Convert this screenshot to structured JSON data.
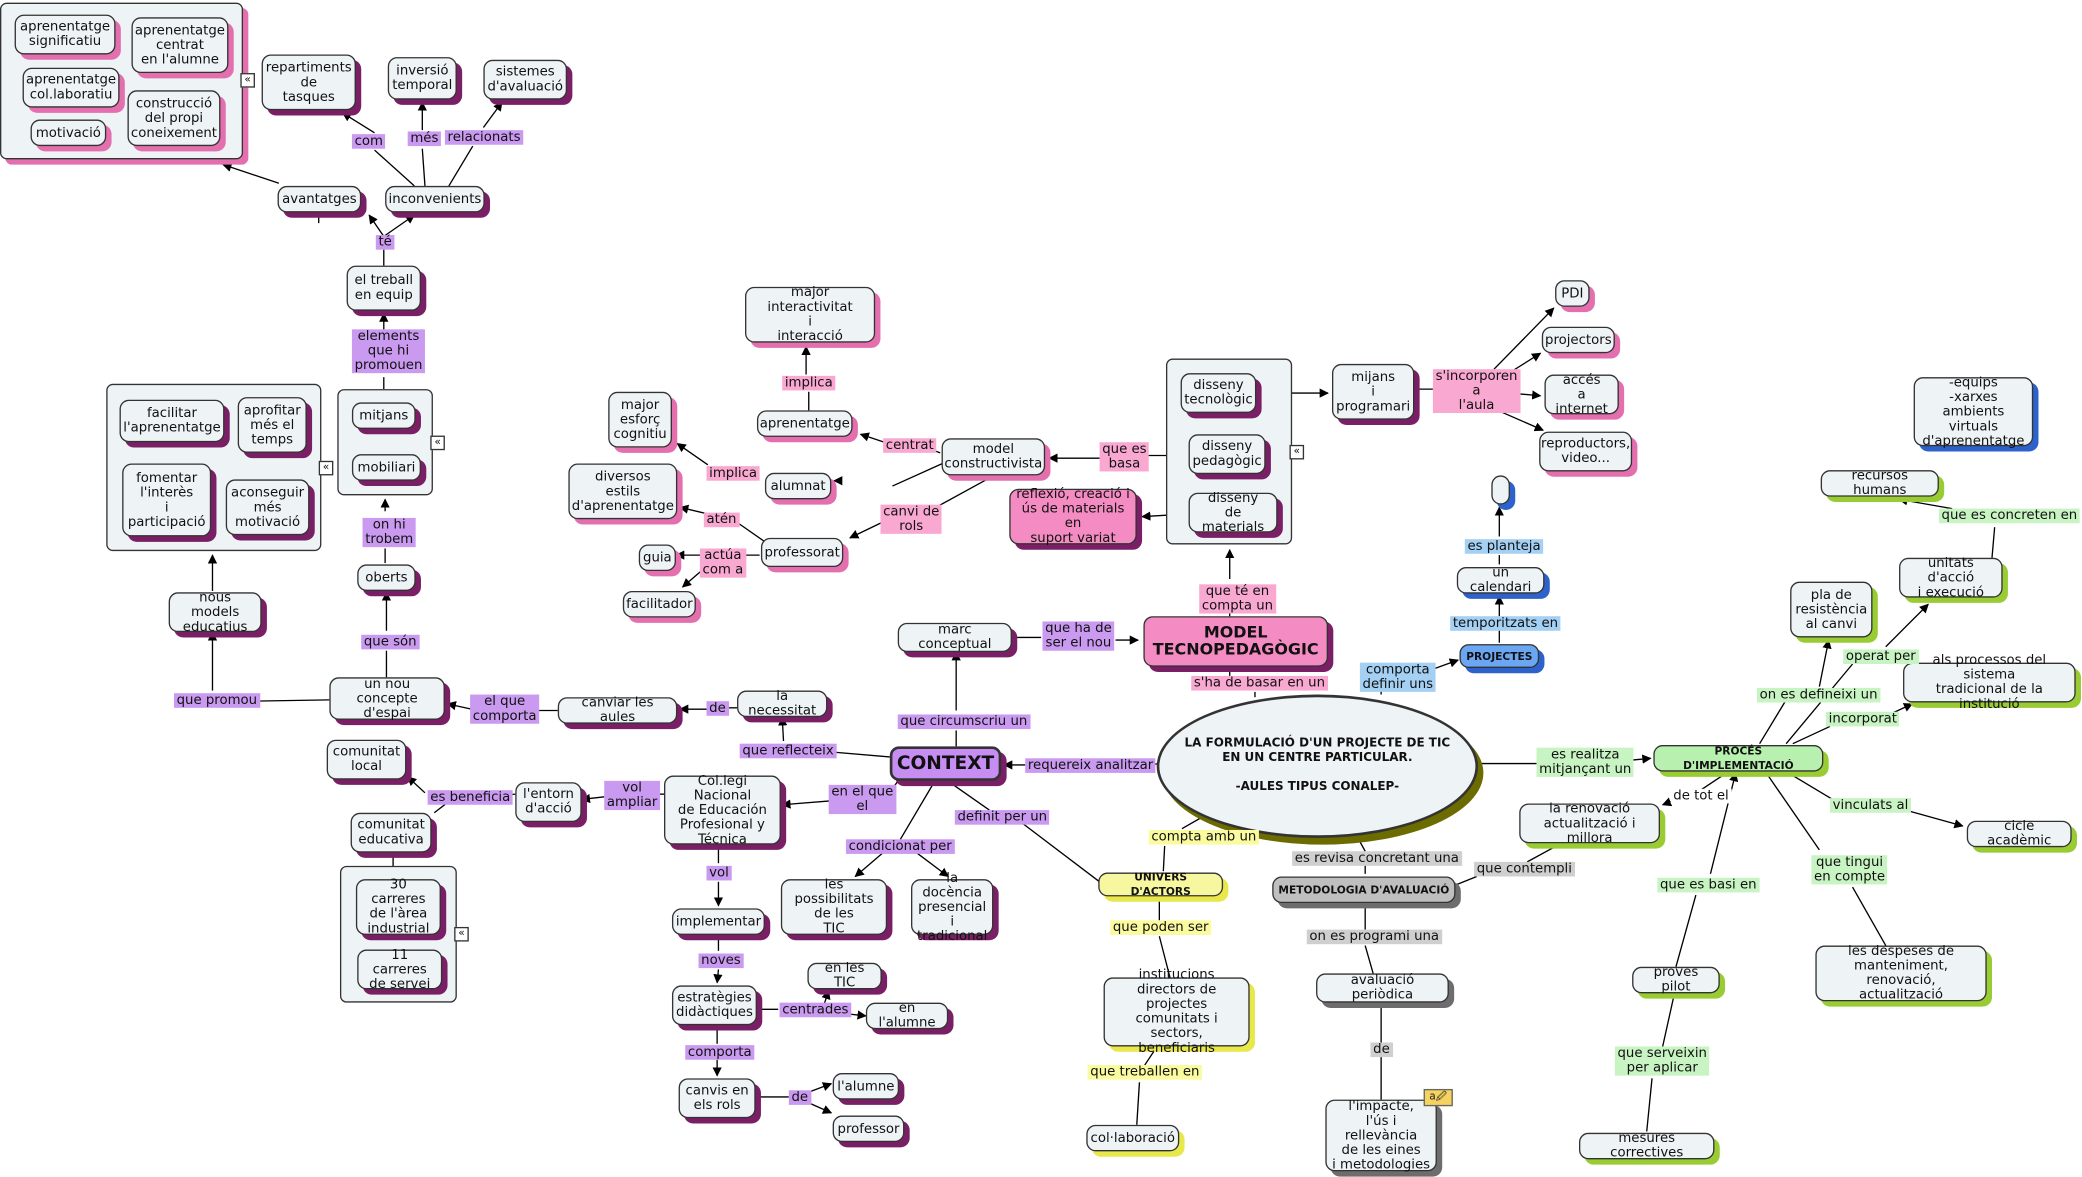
{
  "colors": {
    "context_fill": "#c68ef2",
    "model_fill": "#f48cc3",
    "center_fill": "#eef3f5",
    "projectes_fill": "#6aa6f2",
    "univers_fill": "#f7f7a0",
    "metodologia_fill": "#bfbfbf",
    "proces_fill": "#b8f0b0",
    "node_fill": "#eef3f5"
  },
  "center": "LA FORMULACIÓ D'UN PROJECTE DE TIC\nEN UN CENTRE PARTICULAR.\n\n-AULES TIPUS CONALEP-",
  "nodes": {
    "aprenentatge_significatiu": "aprenentatge\nsignificatiu",
    "aprenentatge_centrat": "aprenentatge\ncentrat\nen l'alumne",
    "aprenentatge_col": "aprenentatge\ncol.laboratiu",
    "construccio": "construcció\ndel propi\nconeixement",
    "motivacio": "motivació",
    "repartiments": "repartiments\nde\ntasques",
    "inversio": "inversió\ntemporal",
    "sistemes": "sistemes\nd'avaluació",
    "avantatges": "avantatges",
    "inconvenients": "inconvenients",
    "treball_equip": "el treball\nen equip",
    "facilitar": "facilitar\nl'aprenentatge",
    "aprofitar": "aprofitar\nmés el\ntemps",
    "fomentar": "fomentar\nl'interès\ni\nparticipació",
    "aconseguir": "aconseguir\nmés\nmotivació",
    "mitjans": "mitjans",
    "mobiliari": "mobiliari",
    "oberts": "oberts",
    "nous_models": "nous models\neducatius",
    "nou_concepte": "un nou concepte\nd'espai",
    "canviar_aules": "canviar les aules",
    "necessitat": "la necessitat",
    "comunitat_local": "comunitat\nlocal",
    "comunitat_educativa": "comunitat\neducativa",
    "entorn": "l'entorn\nd'acció",
    "carreres30": "30 carreres\nde l'àrea\nindustrial",
    "carreres11": "11 carreres\nde servei",
    "colegi": "Col.legi Nacional\nde Educación\nProfesional y\nTécnica",
    "context": "CONTEXT",
    "implementar": "implementar",
    "possibilitats": "les possibilitats\nde les\nTIC",
    "docencia": "la docència\npresencial\ni tradicional",
    "estrategies": "estratègies\ndidàctiques",
    "en_tic": "en les TIC",
    "en_alumne": "en l'alumne",
    "canvis_rols": "canvis en\nels rols",
    "lalumne": "l'alumne",
    "professor": "professor",
    "major_interactivitat": "major interactivitat\ni\ninteracció",
    "major_esforc": "major\nesforç\ncognitiu",
    "diversos_estils": "diversos\nestils\nd'aprenentatge",
    "aprenentatge": "aprenentatge",
    "alumnat": "alumnat",
    "model_constructivista": "model\nconstructivista",
    "professorat": "professorat",
    "guia": "guia",
    "facilitador": "facilitador",
    "marc_conceptual": "marc conceptual",
    "model_tecno": "MODEL\nTECNOPEDAGÒGIC",
    "reflexio": "reflexió, creació i\nús de materials en\nsuport variat",
    "disseny_tecnologic": "disseny\ntecnològic",
    "disseny_pedagogic": "disseny\npedagògic",
    "disseny_materials": "disseny\nde materials",
    "mitjans_programari": "mijans\ni\nprogramari",
    "pdi": "PDI",
    "projectors": "projectors",
    "acces_internet": "accés\na internet",
    "reproductors": "reproductors,\nvideo...",
    "empty_box": "",
    "calendari": "un calendari",
    "projectes": "PROJECTES",
    "equips": "-equips\n-xarxes\nambients virtuals\nd'aprenentatge",
    "recursos_humans": "recursos humans",
    "unitats": "unitats d'acció\ni execució",
    "pla_resistencia": "pla de\nresistència\nal canvi",
    "processos_sistema": "als processos del sistema\ntradicional de la institució",
    "proces_implementacio": "PROCÉS D'IMPLEMENTACIÓ",
    "cicle_academic": "cicle acadèmic",
    "renovacio": "la renovació\nactualització i millora",
    "univers_actors": "UNIVERS D'ACTORS",
    "institucions": "institucions\ndirectors de projectes\ncomunitats i sectors,\nbeneficiaris",
    "collaboracio": "col·laboració",
    "metodologia": "METODOLOGIA D'AVALUACIÓ",
    "avaluacio_periodica": "avaluació periòdica",
    "impacte": "l'impacte,\nl'ús i rellevància\nde les eines\ni metodologies",
    "proves_pilot": "proves pilot",
    "mesures_correctives": "mesures correctives",
    "despeses": "les despeses de\nmanteniment, renovació,\nactualització"
  },
  "links": {
    "com": "com",
    "mes": "més",
    "relacionats": "relacionats",
    "te": "té",
    "elements": "elements\nque hi\npromouen",
    "on_hi_trobem": "on hi\ntrobem",
    "que_son": "que són",
    "que_promou": "que promou",
    "el_que_comporta": "el que\ncomporta",
    "de1": "de",
    "que_reflecteix": "que reflecteix",
    "vol_ampliar": "vol\nampliar",
    "es_beneficia": "es beneficia",
    "en_el_que_el": "en el que\nel",
    "que_circumscriu": "que circumscriu un",
    "condicionat_per": "condicionat per",
    "vol": "vol",
    "noves": "noves",
    "centrades": "centrades",
    "comporta": "comporta",
    "de2": "de",
    "requereix": "requereix analitzar",
    "definit_per_un": "definit per un",
    "que_ha_de": "que ha de\nser el nou",
    "implica1": "implica",
    "centrat": "centrat",
    "implica2": "implica",
    "aten": "atén",
    "actua_com_a": "actúa\ncom a",
    "canvi_rols": "canvi de\nrols",
    "que_es_basa": "que es\nbasa",
    "que_te_en_compta": "que té en\ncompta un",
    "sha_de_basar": "s'ha de basar en un",
    "sincorporen": "s'incorporen\na\nl'aula",
    "es_planteja": "es planteja",
    "temporitzats": "temporitzats en",
    "comporta_definir": "comporta\ndefinir uns",
    "es_realitza": "es realitza\nmitjançant un",
    "que_es_concreten": "que es concreten en",
    "operat_per": "operat per",
    "on_es_defineixi": "on es defineixi un",
    "incorporat": "incorporat",
    "de_tot_el": "de tot el",
    "vinculats_al": "vinculats al",
    "que_tingui": "que tingui\nen compte",
    "que_es_basi": "que es basi en",
    "que_serveixin": "que serveixin\nper aplicar",
    "compta_amb": "compta amb un",
    "que_poden_ser": "que poden ser",
    "que_treballen": "que treballen en",
    "es_revisa": "es revisa concretant una",
    "que_contempli": "que contempli",
    "on_es_programi": "on es programi una",
    "de3": "de"
  },
  "icons": {
    "expand": "«",
    "pencil": "a🖉"
  }
}
